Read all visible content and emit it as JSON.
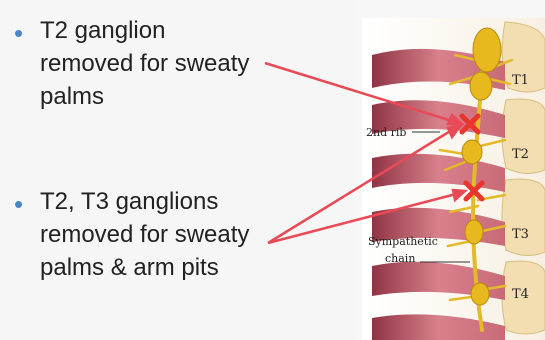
{
  "bullets": [
    {
      "text": "T2 ganglion\nremoved for sweaty\npalms"
    },
    {
      "text": "T2, T3 ganglions\nremoved for sweaty\npalms & arm pits"
    }
  ],
  "labels": {
    "t1": "T1",
    "t2": "T2",
    "t3": "T3",
    "t4": "T4",
    "rib": "2nd rib",
    "chain_line1": "Sympathetic",
    "chain_line2": "chain"
  },
  "colors": {
    "bullet": "#4a86c5",
    "arrow": "#e84a57",
    "nerve": "#e4b92a",
    "rib": "#c9707e",
    "bone": "#f3e2b8",
    "mark": "#e8352e"
  }
}
